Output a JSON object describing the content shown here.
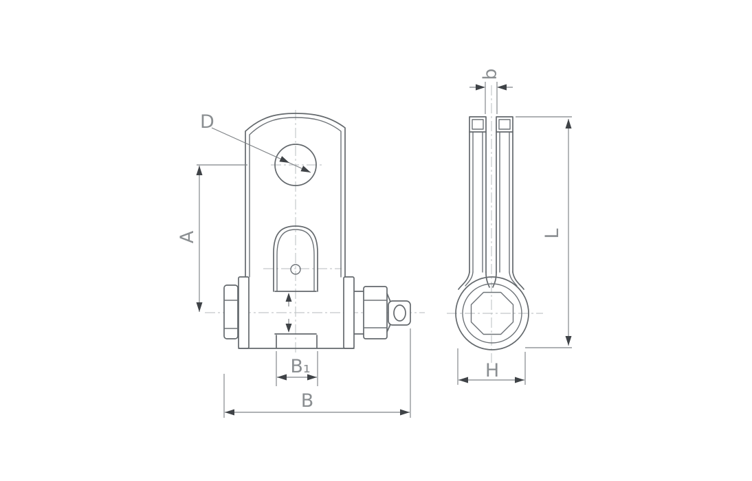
{
  "drawing": {
    "labels": {
      "hole_diameter": "D",
      "hole_to_pin_axis": "A",
      "overall_width": "B",
      "inner_gap_width": "B₁",
      "plate_slot_width": "b",
      "overall_length": "L",
      "eye_width": "H"
    },
    "colors": {
      "background": "#ffffff",
      "geometry_line": "#63686c",
      "dimension_line": "#7e8286",
      "centerline": "#c3c7c9",
      "arrowhead": "#3f4347",
      "label_text": "#8a8e91"
    }
  }
}
